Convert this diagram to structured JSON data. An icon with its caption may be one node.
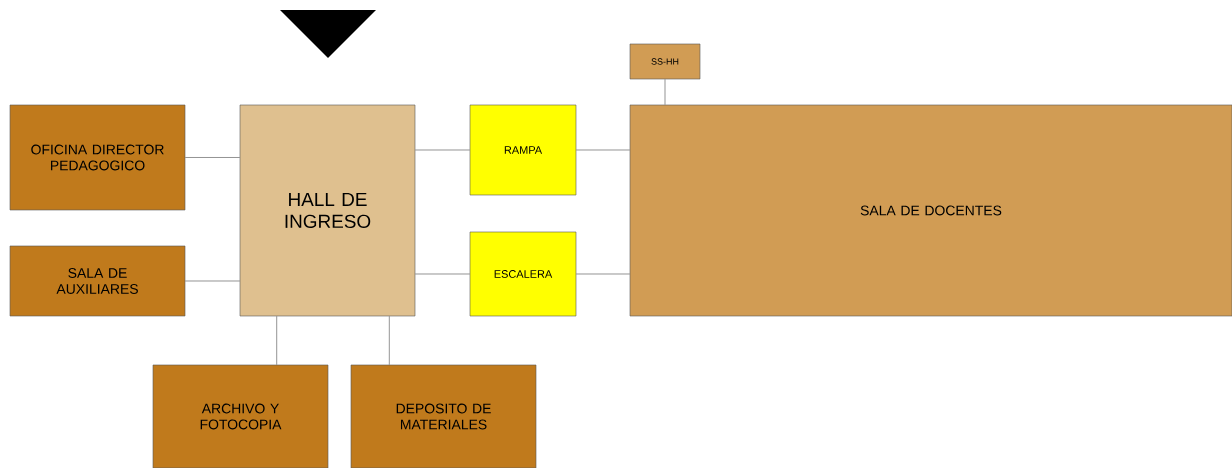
{
  "diagram": {
    "nodes": [
      {
        "text": [
          "OFICINA DIRECTOR PEDAGOGICO"
        ]
      },
      {
        "text": [
          "SALA DE AUXILIARES"
        ]
      },
      {
        "text": [
          "HALL DE INGRESO"
        ]
      },
      {
        "text": [
          "ARCHIVO Y FOTOCOPIA"
        ]
      },
      {
        "text": [
          "DEPOSITO DE MATERIALES"
        ]
      },
      {
        "text": [
          "RAMPA"
        ]
      },
      {
        "text": [
          "ESCALERA"
        ]
      },
      {
        "text": [
          "SS-HH"
        ]
      },
      {
        "text": [
          "SALA DE DOCENTES"
        ]
      }
    ],
    "edges": [
      {
        "from": 0,
        "to": 2,
        "arrow": "none"
      },
      {
        "from": 1,
        "to": 2,
        "arrow": "none"
      },
      {
        "from": 2,
        "to": 3,
        "arrow": "none"
      },
      {
        "from": 2,
        "to": 4,
        "arrow": "none"
      },
      {
        "from": 2,
        "to": 5,
        "arrow": "none"
      },
      {
        "from": 2,
        "to": 6,
        "arrow": "none"
      },
      {
        "from": 5,
        "to": 8,
        "arrow": "none"
      },
      {
        "from": 6,
        "to": 8,
        "arrow": "none"
      },
      {
        "from": 7,
        "to": 8,
        "arrow": "none"
      }
    ]
  }
}
